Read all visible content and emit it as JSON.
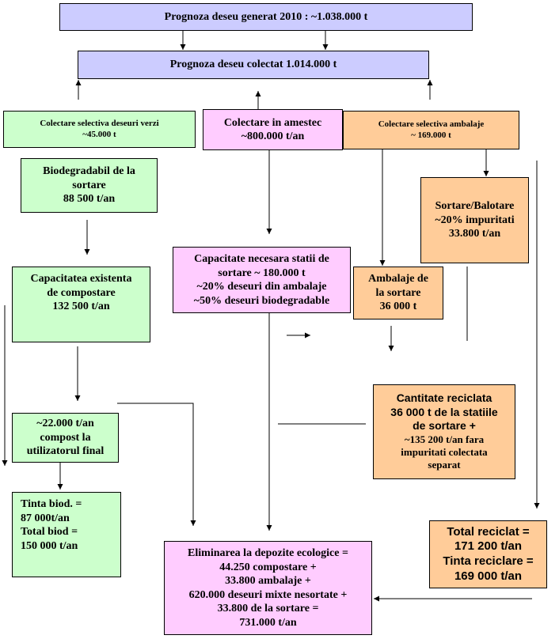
{
  "top": {
    "lines": [
      "Prognoza deseu generat  2010 : ~1.038.000 t"
    ]
  },
  "collected": {
    "lines": [
      "Prognoza deseu colectat 1.014.000 t"
    ]
  },
  "green_collection": {
    "lines": [
      "Colectare selectiva deseuri verzi",
      "~45.000 t"
    ]
  },
  "mixed_collection": {
    "lines": [
      "Colectare in amestec",
      "~800.000 t/an"
    ]
  },
  "packaging_collection": {
    "lines": [
      "Colectare selectiva ambalaje",
      "~ 169.000 t"
    ]
  },
  "biodegradable_sorting": {
    "lines": [
      "Biodegradabil de la",
      "sortare",
      "88 500 t/an"
    ]
  },
  "sorting_baling": {
    "lines": [
      "Sortare/Balotare",
      "~20% impuritati",
      "33.800 t/an"
    ]
  },
  "sorting_capacity": {
    "lines": [
      "Capacitate necesara statii de",
      "sortare  ~ 180.000 t",
      "~20% deseuri din ambalaje",
      "~50% deseuri biodegradable"
    ]
  },
  "packaging_from_sorting": {
    "lines": [
      "Ambalaje de",
      "la sortare",
      "36 000 t"
    ]
  },
  "composting_capacity": {
    "lines": [
      "Capacitatea existenta",
      "de compostare",
      "132 500 t/an"
    ]
  },
  "recycled_quantity": {
    "lines": [
      "Cantitate reciclata",
      "36 000 t de la statiile",
      "de sortare +",
      "~135 200 t/an  fara",
      "impuritati colectata",
      "separat"
    ]
  },
  "compost_end_user": {
    "lines": [
      "~22.000 t/an",
      "compost la",
      "utilizatorul final"
    ]
  },
  "bio_target": {
    "lines": [
      "Tinta  biod. =",
      "87 000t/an",
      "Total biod =",
      "150 000 t/an"
    ]
  },
  "total_recycled": {
    "lines": [
      "Total reciclat =",
      "171 200 t/an",
      "Tinta reciclare =",
      "169 000 t/an"
    ]
  },
  "landfill": {
    "lines": [
      "Eliminarea la depozite ecologice =",
      "44.250 compostare +",
      "33.800 ambalaje +",
      "620.000 deseuri mixte nesortate +",
      "33.800 de la sortare =",
      "731.000 t/an"
    ]
  },
  "colors": {
    "purple": "#ccccff",
    "green": "#ccffcc",
    "pink": "#ffccff",
    "orange": "#ffcc99"
  }
}
